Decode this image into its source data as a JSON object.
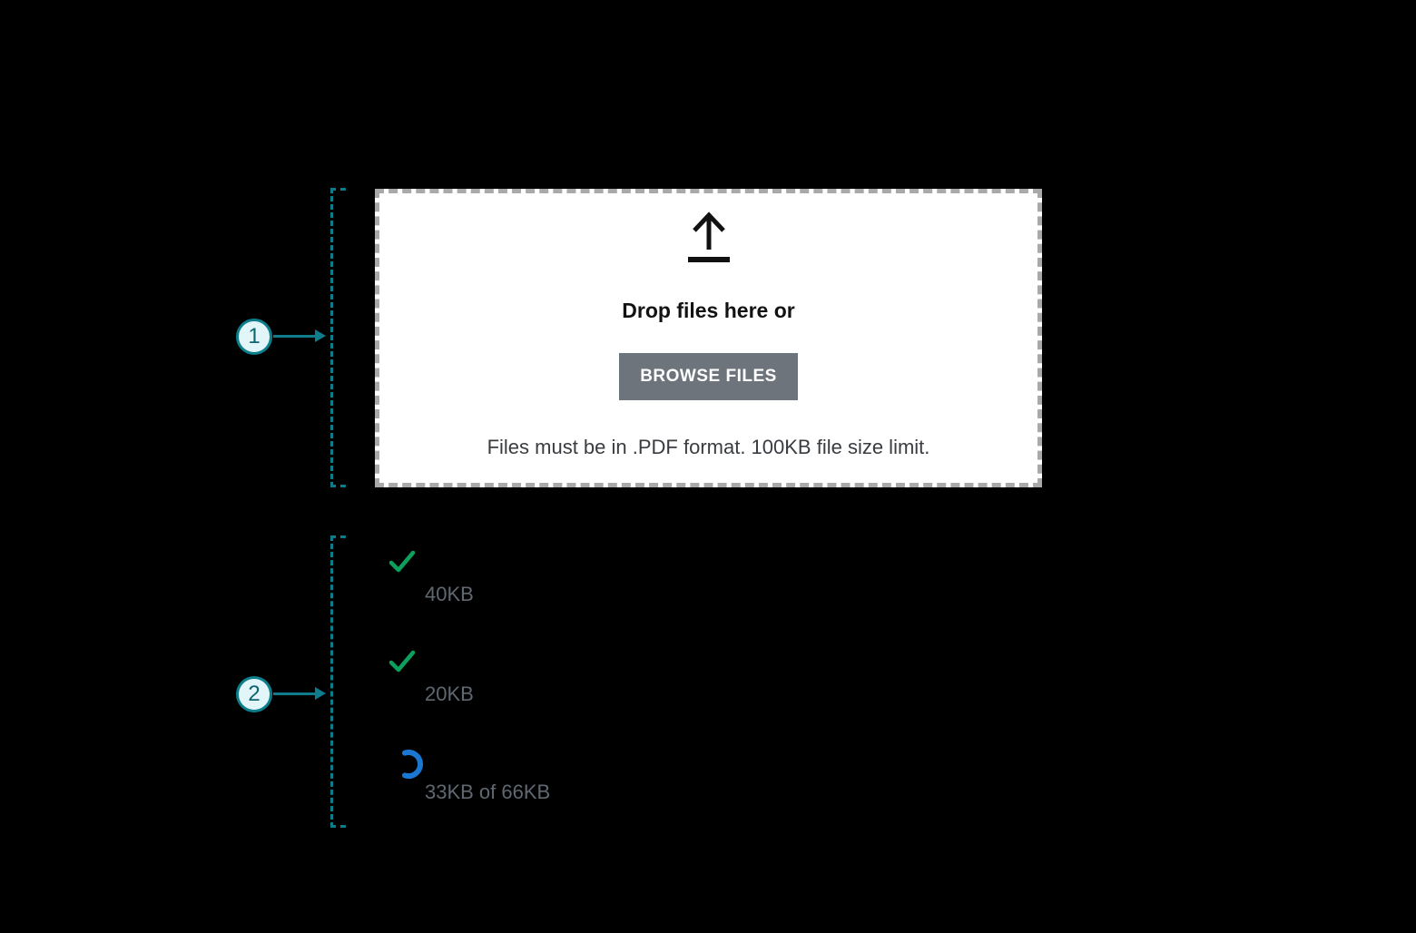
{
  "annotations": {
    "marker1": {
      "number": "1"
    },
    "marker2": {
      "number": "2"
    }
  },
  "dropzone": {
    "title": "Drop files here or",
    "button_label": "BROWSE FILES",
    "help_text": "Files must be in .PDF format. 100KB file size limit."
  },
  "uploads": {
    "items": [
      {
        "status": "complete",
        "size_label": "40KB"
      },
      {
        "status": "complete",
        "size_label": "20KB"
      },
      {
        "status": "uploading",
        "size_label": "33KB of 66KB"
      }
    ]
  },
  "colors": {
    "background": "#000000",
    "annotation_teal": "#0d7d8c",
    "marker_fill": "#e2f5f8",
    "dropzone_border": "#a9a9a9",
    "button_gray": "#6e747b",
    "check_green": "#0da05c",
    "spinner_blue": "#1b78d2",
    "size_text_gray": "#5f6871"
  }
}
